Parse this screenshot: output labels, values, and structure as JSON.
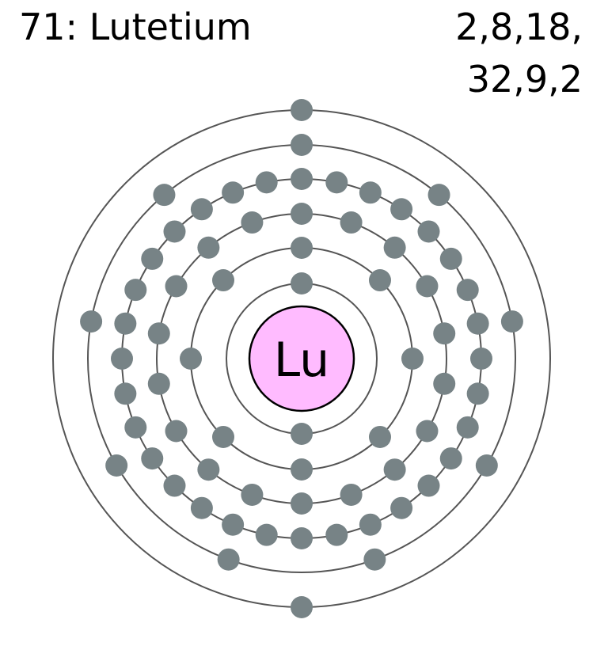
{
  "element": {
    "heading": "71: Lutetium",
    "symbol": "Lu"
  },
  "electron_configuration": {
    "line1": "2,8,18,",
    "line2": "32,9,2"
  },
  "shells": [
    2,
    8,
    18,
    32,
    9,
    2
  ],
  "colors": {
    "nucleus_fill": "#ffbbff",
    "nucleus_stroke": "#000000",
    "electron": "#778386",
    "shell": "#555555",
    "text": "#000000"
  }
}
